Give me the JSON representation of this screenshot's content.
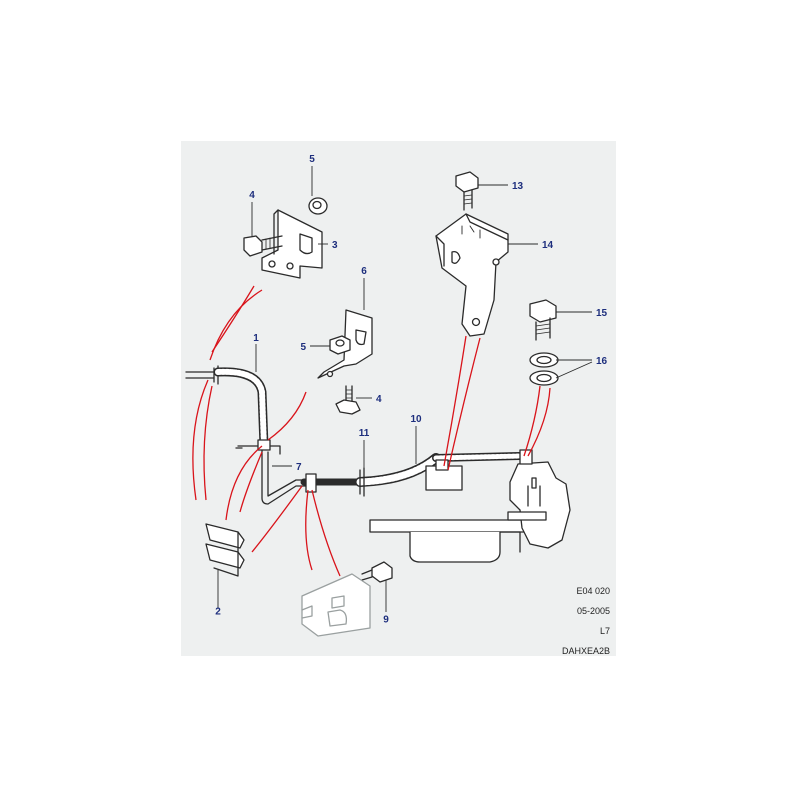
{
  "callouts": [
    {
      "id": "c1",
      "label": "1"
    },
    {
      "id": "c2",
      "label": "2"
    },
    {
      "id": "c3",
      "label": "3"
    },
    {
      "id": "c4a",
      "label": "4"
    },
    {
      "id": "c4b",
      "label": "4"
    },
    {
      "id": "c5a",
      "label": "5"
    },
    {
      "id": "c5b",
      "label": "5"
    },
    {
      "id": "c6",
      "label": "6"
    },
    {
      "id": "c7",
      "label": "7"
    },
    {
      "id": "c9",
      "label": "9"
    },
    {
      "id": "c10",
      "label": "10"
    },
    {
      "id": "c11",
      "label": "11"
    },
    {
      "id": "c13",
      "label": "13"
    },
    {
      "id": "c14",
      "label": "14"
    },
    {
      "id": "c15",
      "label": "15"
    },
    {
      "id": "c16",
      "label": "16"
    }
  ],
  "reference": {
    "code": "E04 020",
    "date": "05-2005",
    "model": "L7",
    "drawing_id": "DAHXEA2B"
  },
  "colors": {
    "panel": "#eef0f0",
    "line": "#2b2b2b",
    "callout": "#1d2e7d",
    "leader_red": "#d9141b"
  }
}
